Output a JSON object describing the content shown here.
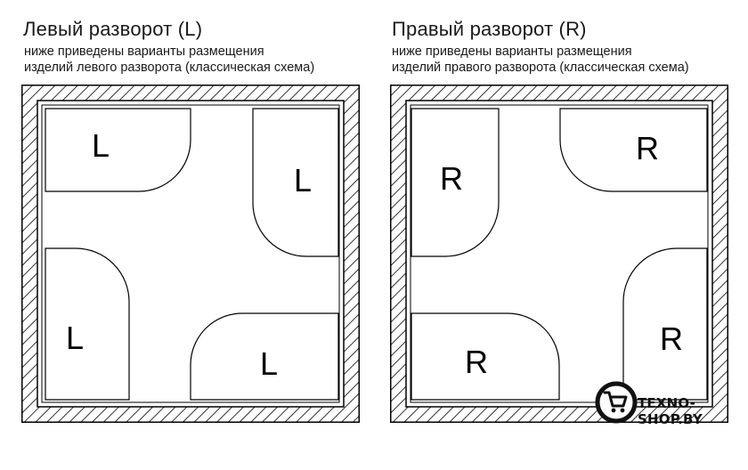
{
  "left": {
    "title": "Левый разворот (L)",
    "subtitle_line1": "ниже приведены варианты размещения",
    "subtitle_line2": "изделий левого разворота (классическая схема)",
    "label": "L"
  },
  "right": {
    "title": "Правый разворот (R)",
    "subtitle_line1": "ниже приведены варианты размещения",
    "subtitle_line2": "изделий правого разворота (классическая схема)",
    "label": "R"
  },
  "logo": {
    "text": "TEXNO-SHOP.BY",
    "icon": "shopping-cart-icon"
  }
}
